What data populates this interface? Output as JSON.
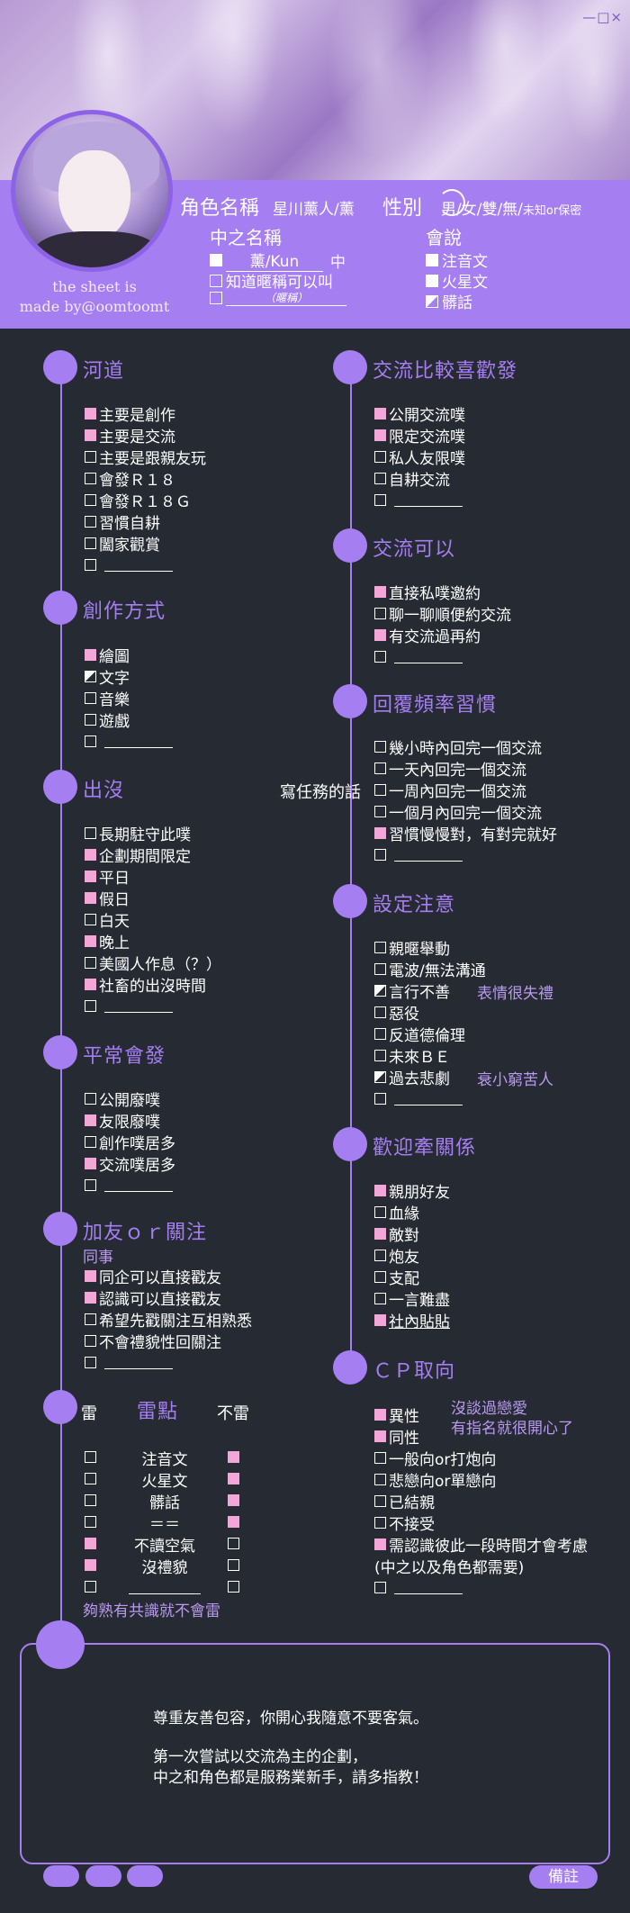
{
  "window_controls": "—□×",
  "credit": [
    "the sheet is",
    "made by@oomtoomt"
  ],
  "header": {
    "role_label": "角色名稱",
    "role_name": "星川薰人/薰",
    "gender_label": "性別",
    "gender_options": "男/女/雙/無/",
    "gender_small": "未知or保密",
    "pl_label": "中之名稱",
    "pl_items": [
      {
        "box": "filled",
        "text": "薰/Kun",
        "suffix": "中"
      },
      {
        "box": "empty",
        "text": "知道暱稱可以叫"
      },
      {
        "box": "empty",
        "text": "（暱稱）"
      }
    ],
    "know_label": "會說",
    "know_items": [
      {
        "box": "filled",
        "text": "注音文"
      },
      {
        "box": "filled",
        "text": "火星文"
      },
      {
        "box": "half",
        "text": "髒話"
      }
    ]
  },
  "sections": {
    "river": {
      "title": "河道",
      "items": [
        {
          "box": "pink",
          "text": "主要是創作"
        },
        {
          "box": "pink",
          "text": "主要是交流"
        },
        {
          "box": "empty",
          "text": "主要是跟親友玩"
        },
        {
          "box": "empty",
          "text": "會發Ｒ１８"
        },
        {
          "box": "empty",
          "text": "會發Ｒ１８Ｇ"
        },
        {
          "box": "empty",
          "text": "習慣自耕"
        },
        {
          "box": "empty",
          "text": "闔家觀賞"
        },
        {
          "box": "empty",
          "text": ""
        }
      ]
    },
    "create": {
      "title": "創作方式",
      "items": [
        {
          "box": "pink",
          "text": "繪圖"
        },
        {
          "box": "half",
          "text": "文字"
        },
        {
          "box": "empty",
          "text": "音樂"
        },
        {
          "box": "empty",
          "text": "遊戲"
        },
        {
          "box": "empty",
          "text": ""
        }
      ]
    },
    "appear": {
      "title": "出沒",
      "items": [
        {
          "box": "empty",
          "text": "長期駐守此噗"
        },
        {
          "box": "pink",
          "text": "企劃期間限定"
        },
        {
          "box": "pink",
          "text": "平日"
        },
        {
          "box": "pink",
          "text": "假日"
        },
        {
          "box": "empty",
          "text": "白天"
        },
        {
          "box": "pink",
          "text": "晚上"
        },
        {
          "box": "empty",
          "text": "美國人作息（？）"
        },
        {
          "box": "pink",
          "text": "社畜的出沒時間"
        },
        {
          "box": "empty",
          "text": ""
        }
      ]
    },
    "usually": {
      "title": "平常會發",
      "items": [
        {
          "box": "empty",
          "text": "公開廢噗"
        },
        {
          "box": "pink",
          "text": "友限廢噗"
        },
        {
          "box": "empty",
          "text": "創作噗居多"
        },
        {
          "box": "pink",
          "text": "交流噗居多"
        },
        {
          "box": "empty",
          "text": ""
        }
      ]
    },
    "follow": {
      "title": "加友ｏｒ關注",
      "note_above": "同事",
      "items": [
        {
          "box": "pink",
          "text": "同企可以直接戳友"
        },
        {
          "box": "pink",
          "text": "認識可以直接戳友"
        },
        {
          "box": "empty",
          "text": "希望先戳關注互相熟悉"
        },
        {
          "box": "empty",
          "text": "不會禮貌性回關注"
        },
        {
          "box": "empty",
          "text": ""
        }
      ]
    },
    "hate": {
      "left_label": "雷",
      "title": "雷點",
      "right_label": "不雷",
      "rows": [
        {
          "left": "empty",
          "text": "注音文",
          "right": "pink"
        },
        {
          "left": "empty",
          "text": "火星文",
          "right": "pink"
        },
        {
          "left": "empty",
          "text": "髒話",
          "right": "pink"
        },
        {
          "left": "empty",
          "text": "＝＝",
          "right": "pink"
        },
        {
          "left": "pink",
          "text": "不讀空氣",
          "right": "empty"
        },
        {
          "left": "pink",
          "text": "沒禮貌",
          "right": "empty"
        },
        {
          "left": "empty",
          "text": "",
          "right": "empty"
        }
      ],
      "footer": "夠熟有共識就不會雷"
    },
    "prefer": {
      "title": "交流比較喜歡發",
      "items": [
        {
          "box": "pink",
          "text": "公開交流噗"
        },
        {
          "box": "pink",
          "text": "限定交流噗"
        },
        {
          "box": "empty",
          "text": "私人友限噗"
        },
        {
          "box": "empty",
          "text": "自耕交流"
        },
        {
          "box": "empty",
          "text": ""
        }
      ]
    },
    "can": {
      "title": "交流可以",
      "items": [
        {
          "box": "pink",
          "text": "直接私噗邀約"
        },
        {
          "box": "empty",
          "text": "聊一聊順便約交流"
        },
        {
          "box": "pink",
          "text": "有交流過再約"
        },
        {
          "box": "empty",
          "text": ""
        }
      ]
    },
    "reply": {
      "title": "回覆頻率習慣",
      "side_note": "寫任務的話",
      "items": [
        {
          "box": "empty",
          "text": "幾小時內回完一個交流"
        },
        {
          "box": "empty",
          "text": "一天內回完一個交流"
        },
        {
          "box": "empty",
          "text": "一周內回完一個交流"
        },
        {
          "box": "empty",
          "text": "一個月內回完一個交流"
        },
        {
          "box": "pink",
          "text": "習慣慢慢對，有對完就好"
        },
        {
          "box": "empty",
          "text": ""
        }
      ]
    },
    "caution": {
      "title": "設定注意",
      "items": [
        {
          "box": "empty",
          "text": "親暱舉動"
        },
        {
          "box": "empty",
          "text": "電波/無法溝通"
        },
        {
          "box": "half",
          "text": "言行不善",
          "note": "表情很失禮"
        },
        {
          "box": "empty",
          "text": "惡役"
        },
        {
          "box": "empty",
          "text": "反道德倫理"
        },
        {
          "box": "empty",
          "text": "未來ＢＥ"
        },
        {
          "box": "half",
          "text": "過去悲劇",
          "note": "衰小窮苦人"
        },
        {
          "box": "empty",
          "text": ""
        }
      ]
    },
    "relation": {
      "title": "歡迎牽關係",
      "items": [
        {
          "box": "pink",
          "text": "親朋好友"
        },
        {
          "box": "empty",
          "text": "血緣"
        },
        {
          "box": "pink",
          "text": "敵對"
        },
        {
          "box": "empty",
          "text": "炮友"
        },
        {
          "box": "empty",
          "text": "支配"
        },
        {
          "box": "empty",
          "text": "一言難盡"
        },
        {
          "box": "pink",
          "text": "社內貼貼"
        }
      ]
    },
    "cp": {
      "title": "ＣＰ取向",
      "note_lines": [
        "沒談過戀愛",
        "有指名就很開心了"
      ],
      "items": [
        {
          "box": "pink",
          "text": "異性"
        },
        {
          "box": "pink",
          "text": "同性"
        },
        {
          "box": "empty",
          "text": "一般向or打炮向"
        },
        {
          "box": "empty",
          "text": "悲戀向or單戀向"
        },
        {
          "box": "empty",
          "text": "已結親"
        },
        {
          "box": "empty",
          "text": "不接受"
        },
        {
          "box": "pink",
          "text": "需認識彼此一段時間才會考慮"
        },
        {
          "box": "none",
          "text": "(中之以及角色都需要)"
        },
        {
          "box": "empty",
          "text": ""
        }
      ]
    }
  },
  "notes": [
    "尊重友善包容，你開心我隨意不要客氣。",
    "第一次嘗試以交流為主的企劃，",
    "中之和角色都是服務業新手，請多指教！"
  ],
  "memo_button": "備註",
  "colors": {
    "accent": "#a57ef2",
    "pink": "#f2a7d8",
    "background": "#262a33",
    "note": "#b99af0"
  }
}
